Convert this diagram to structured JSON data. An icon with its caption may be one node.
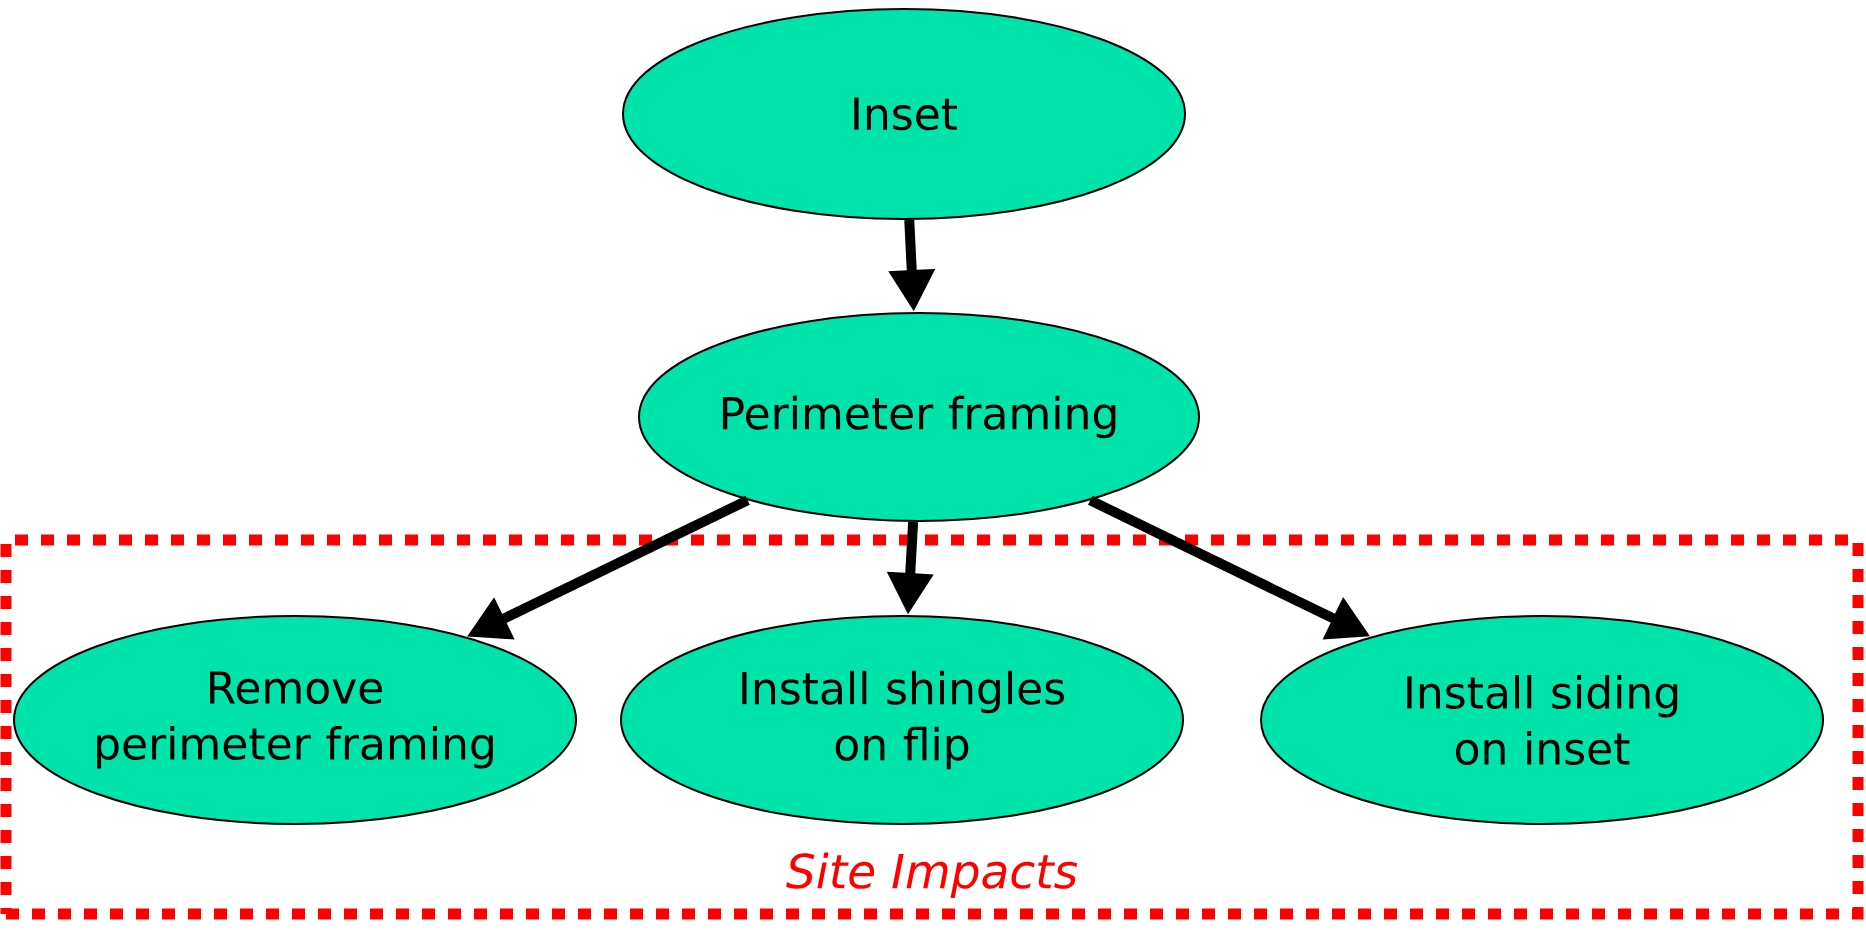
{
  "diagram": {
    "nodes": [
      {
        "text": [
          "Inset"
        ]
      },
      {
        "text": [
          "Perimeter framing"
        ]
      },
      {
        "text": [
          "Site Impacts"
        ]
      },
      {
        "text": [
          "Remove perimeter framing"
        ],
        "in": 2
      },
      {
        "text": [
          "Install shingles on flip"
        ],
        "in": 2
      },
      {
        "text": [
          "Install siding on inset"
        ],
        "in": 2
      }
    ],
    "edges": [
      {
        "from": 0,
        "to": 1,
        "arrow": "to"
      },
      {
        "from": 1,
        "to": 3,
        "arrow": "to"
      },
      {
        "from": 1,
        "to": 4,
        "arrow": "to"
      },
      {
        "from": 1,
        "to": 5,
        "arrow": "to"
      }
    ]
  }
}
